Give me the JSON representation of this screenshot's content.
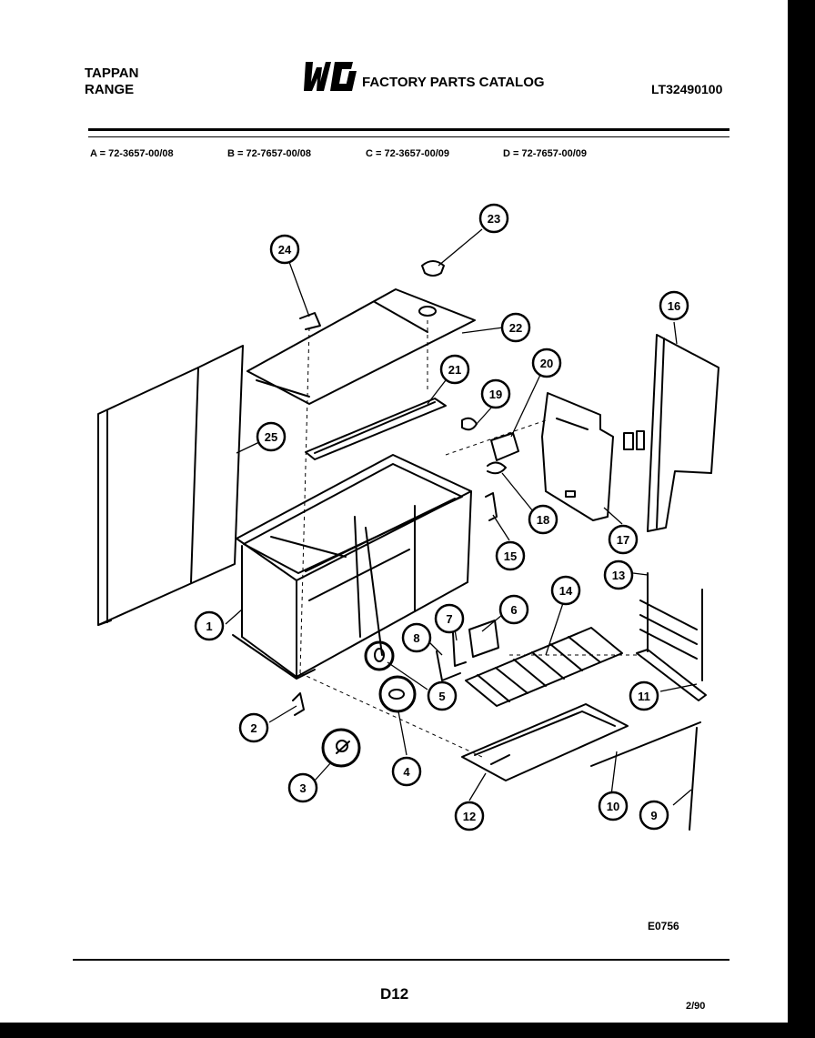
{
  "header": {
    "brand_line1": "TAPPAN",
    "brand_line2": "RANGE",
    "logo_text": "WCI",
    "catalog_title": "FACTORY PARTS CATALOG",
    "catalog_number": "LT32490100"
  },
  "models": [
    "A = 72-3657-00/08",
    "B = 72-7657-00/08",
    "C = 72-3657-00/09",
    "D = 72-7657-00/09"
  ],
  "callouts": [
    "1",
    "2",
    "3",
    "4",
    "5",
    "6",
    "7",
    "8",
    "9",
    "10",
    "11",
    "12",
    "13",
    "14",
    "15",
    "16",
    "17",
    "18",
    "19",
    "20",
    "21",
    "22",
    "23",
    "24",
    "25"
  ],
  "footer": {
    "diagram_code": "E0756",
    "page_label": "D12",
    "date": "2/90"
  },
  "colors": {
    "ink": "#000000",
    "paper": "#ffffff"
  }
}
